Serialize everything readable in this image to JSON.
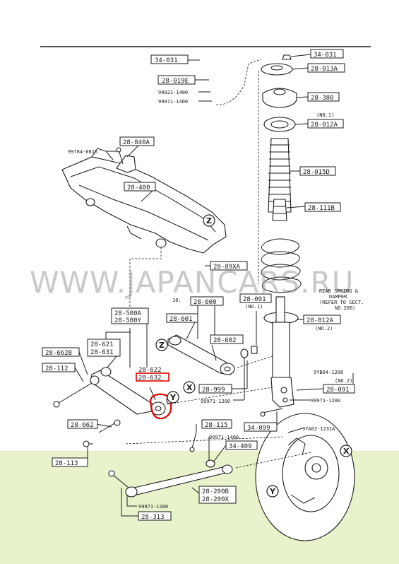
{
  "colors": {
    "background": "#ffffff",
    "lower_band": "#e8f3cc",
    "ink": "#1a1a1a",
    "watermark": "#8a8a8a",
    "highlight": "#e00000"
  },
  "watermark": "WWW.JAPANCARS.RU",
  "ref_fragment": "10.",
  "labels": {
    "l1": "34-031",
    "l2": "28-019E",
    "l3": "99921-1400",
    "l4": "99971-1400",
    "l5": "34-031",
    "l6": "28-013A",
    "l7": "28-380",
    "l8": "(NO.1)",
    "l9": "28-012A",
    "l10": "28-840A",
    "l11": "99784-0816",
    "l12": "28-015D",
    "l13": "28-400",
    "l14": "28-111B",
    "l15": "28-89XA",
    "l16": "28-600",
    "l17": "28-091",
    "l18": "(NO.1)",
    "l19": "28-500A",
    "l20": "28-500Y",
    "l21": "28-601",
    "l22": "28-012A",
    "l23": "(NO.2)",
    "l24": "28-621",
    "l25": "28-631",
    "l26": "28-602",
    "l27": "28-662B",
    "l28": "28-112",
    "l29": "28-622",
    "l30": "28-632",
    "l31": "9YB04-1208",
    "l32": "(NO.2)",
    "l33": "28-091",
    "l34": "28-999",
    "l35": "99971-1200",
    "l36": "99971-1200",
    "l37": "28-662",
    "l38": "28-115",
    "l39": "34-099",
    "l40": "9YA02-1231A",
    "l41": "99971-1400",
    "l42": "34-409",
    "l43": "28-113",
    "l44": "28-200B",
    "l45": "28-200X",
    "l46": "99971-1200",
    "l47": "28-313"
  },
  "note": [
    "REAR SPRING &",
    "DAMPER",
    "(REFER TO SECT.",
    "NO.280)"
  ],
  "callouts": {
    "z1": "Z",
    "z2": "Z",
    "y1": "Y",
    "y2": "Y",
    "x1": "X",
    "x2": "X"
  }
}
